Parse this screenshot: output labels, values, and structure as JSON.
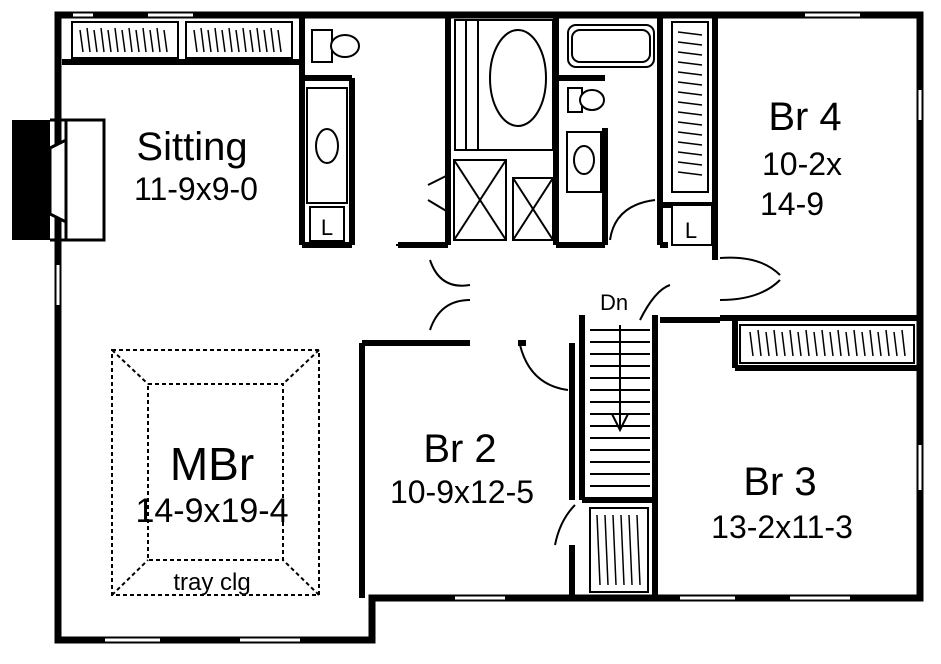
{
  "rooms": {
    "sitting": {
      "name": "Sitting",
      "size": "11-9x9-0"
    },
    "master": {
      "name": "MBr",
      "size": "14-9x19-4",
      "note": "tray clg"
    },
    "br2": {
      "name": "Br 2",
      "size": "10-9x12-5"
    },
    "br3": {
      "name": "Br 3",
      "size": "13-2x11-3"
    },
    "br4": {
      "name": "Br 4",
      "size_line1": "10-2x",
      "size_line2": "14-9"
    }
  },
  "stairs_label": "Dn",
  "linen_label": "L",
  "colors": {
    "wall": "#000000",
    "background": "#ffffff"
  }
}
